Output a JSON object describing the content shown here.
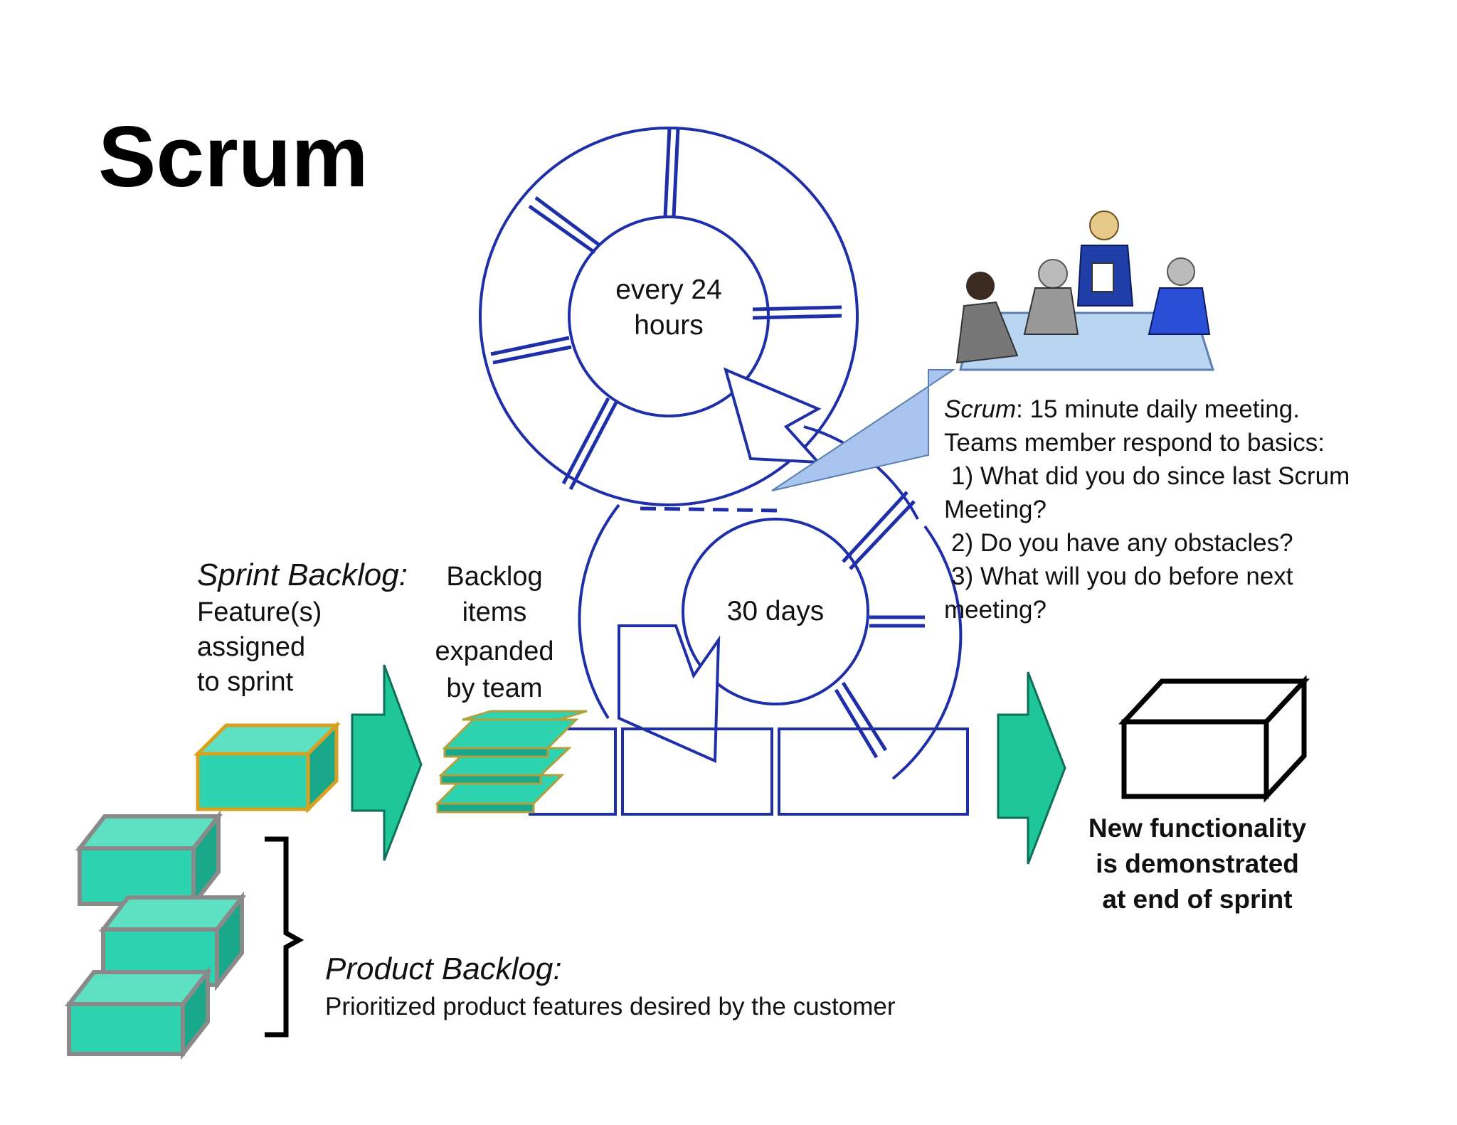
{
  "title": "Scrum",
  "daily_cycle": {
    "line1": "every 24",
    "line2": "hours"
  },
  "sprint_cycle": {
    "label": "30 days"
  },
  "scrum_note": {
    "lead": "Scrum",
    "line1_rest": ": 15 minute daily meeting.",
    "line2": "Teams member respond to basics:",
    "line3": "1) What did you do since last Scrum",
    "line4": "Meeting?",
    "line5": "2) Do you have any obstacles?",
    "line6": "3) What will you do before next",
    "line7": "meeting?"
  },
  "sprint_backlog": {
    "heading": "Sprint Backlog:",
    "line1": "Feature(s)",
    "line2": "assigned",
    "line3": "to sprint"
  },
  "backlog_items": {
    "line1": "Backlog",
    "line2": "items",
    "line3": "expanded",
    "line4": "by team"
  },
  "product_backlog": {
    "heading": "Product Backlog:",
    "desc": "Prioritized product features desired by the customer"
  },
  "result": {
    "line1": "New functionality",
    "line2": "is demonstrated",
    "line3": "at end of sprint"
  },
  "colors": {
    "cycle_blue": "#1e2fa8",
    "box_teal": "#2ed3b0",
    "box_teal_dark": "#1aa88a",
    "box_grey_edge": "#8a8a8a",
    "box_orange_edge": "#d9a020",
    "callout_fill": "#a9c4ee",
    "table_fill": "#b8d4f0"
  },
  "icons": [
    "meeting-people-icon",
    "product-backlog-brace-icon",
    "process-arrow-icon",
    "result-box-icon"
  ]
}
